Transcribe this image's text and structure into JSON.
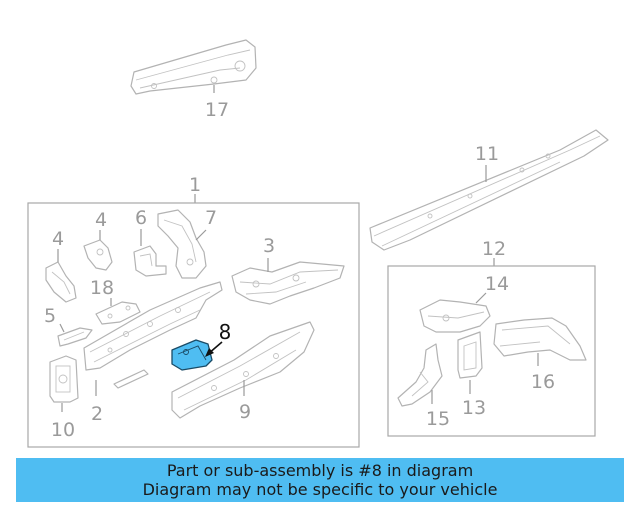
{
  "diagram": {
    "callouts": {
      "p17": "17",
      "p11": "11",
      "p1": "1",
      "p4a": "4",
      "p6": "6",
      "p7": "7",
      "p4b": "4",
      "p3": "3",
      "p18": "18",
      "p5": "5",
      "p8": "8",
      "p2": "2",
      "p9": "9",
      "p10": "10",
      "p12": "12",
      "p14": "14",
      "p16": "16",
      "p15": "15",
      "p13": "13"
    },
    "highlighted_part": "8",
    "highlight_color": "#4fbdf2"
  },
  "banner": {
    "line1": "Part or sub-assembly is #8 in diagram",
    "line2": "Diagram may not be specific to your vehicle",
    "color": "#4fbdf2"
  }
}
